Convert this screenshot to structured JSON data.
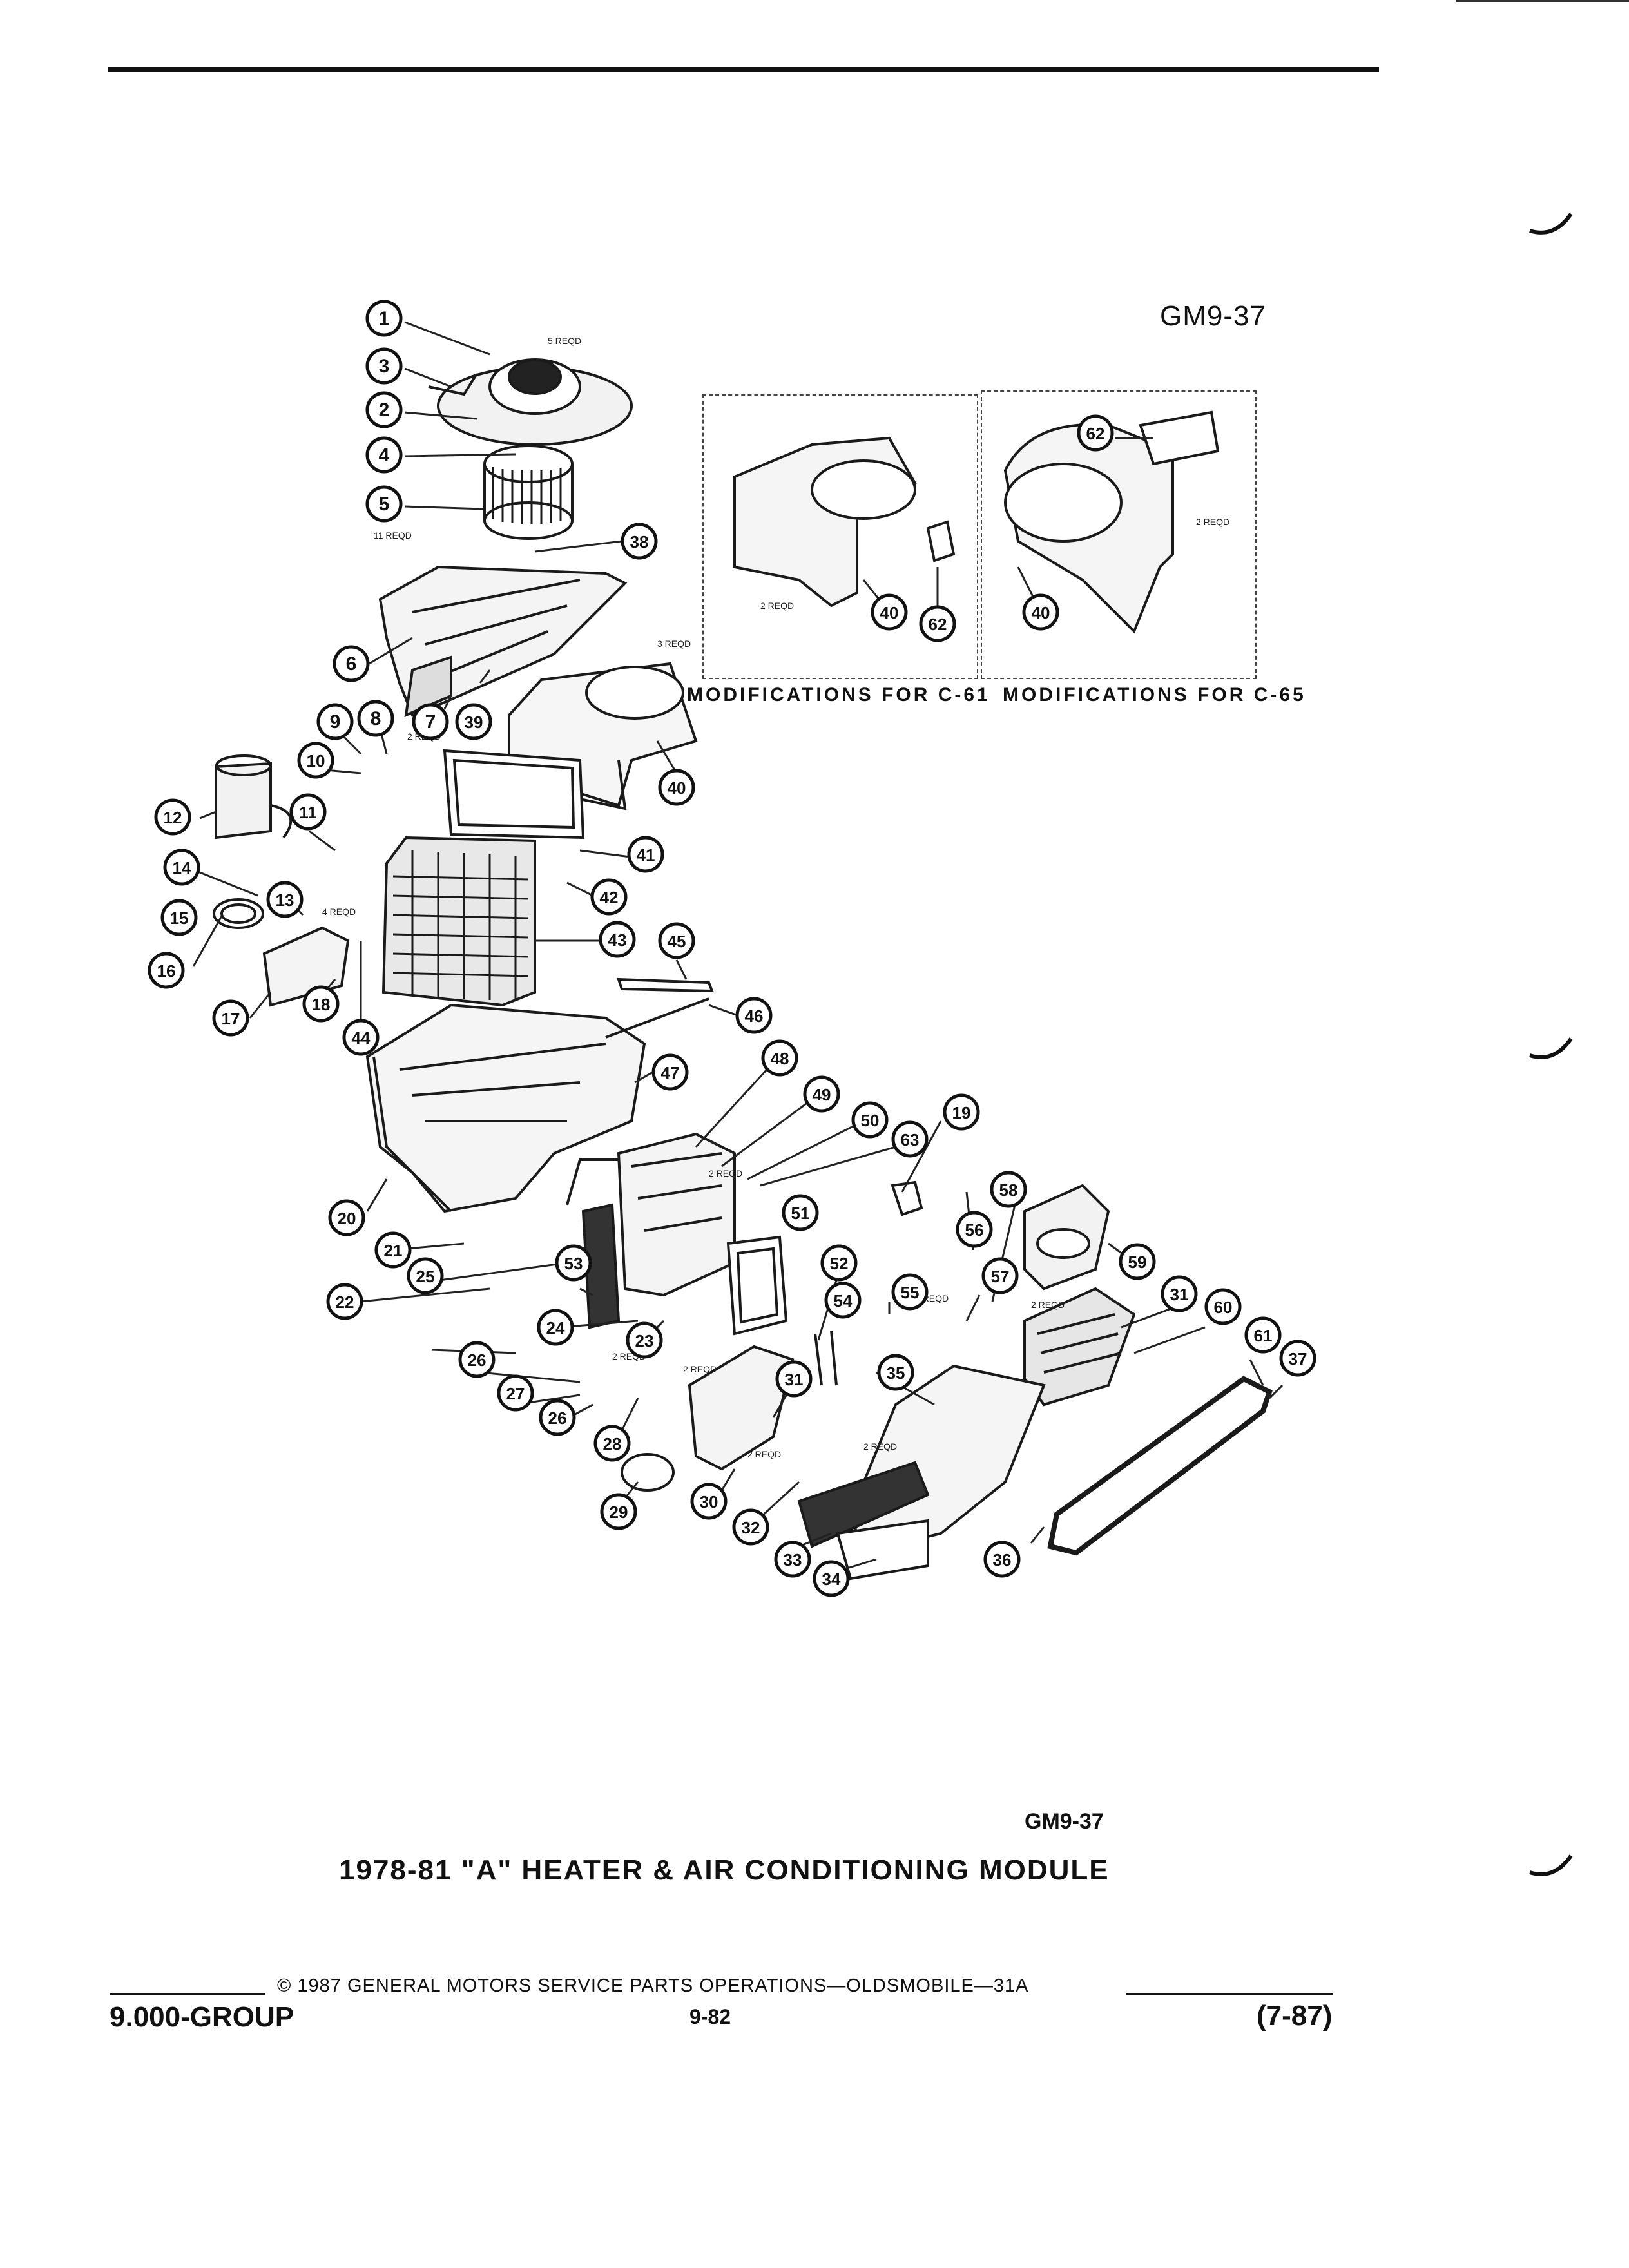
{
  "page": {
    "figure_code_top": "GM9-37",
    "figure_code_bottom": "GM9-37",
    "title": "1978-81 \"A\" HEATER & AIR CONDITIONING MODULE",
    "inset_captions": [
      "MODIFICATIONS FOR C-61",
      "MODIFICATIONS FOR C-65"
    ],
    "footer": {
      "copyright": "© 1987 GENERAL MOTORS SERVICE PARTS OPERATIONS—OLDSMOBILE—31A",
      "group": "9.000-GROUP",
      "page_number": "9-82",
      "date": "(7-87)"
    }
  },
  "diagram": {
    "notes": [
      "5 REQD",
      "11 REQD",
      "3 REQD",
      "2 REQD",
      "4 REQD",
      "2 REQD",
      "2 REQD",
      "2 REQD",
      "2 REQD",
      "2 REQD",
      "2 REQD",
      "2 REQD",
      "2 REQD",
      "2 REQD"
    ],
    "callouts": [
      "1",
      "3",
      "2",
      "4",
      "5",
      "38",
      "6",
      "7",
      "39",
      "8",
      "9",
      "10",
      "40",
      "12",
      "11",
      "41",
      "14",
      "13",
      "42",
      "43",
      "15",
      "16",
      "17",
      "18",
      "44",
      "45",
      "46",
      "47",
      "48",
      "49",
      "50",
      "63",
      "19",
      "20",
      "21",
      "22",
      "23",
      "24",
      "53",
      "25",
      "26",
      "27",
      "26",
      "28",
      "29",
      "30",
      "31",
      "32",
      "33",
      "34",
      "35",
      "36",
      "51",
      "52",
      "54",
      "55",
      "56",
      "57",
      "58",
      "59",
      "31",
      "60",
      "61",
      "37",
      "62",
      "40",
      "62",
      "40"
    ]
  }
}
